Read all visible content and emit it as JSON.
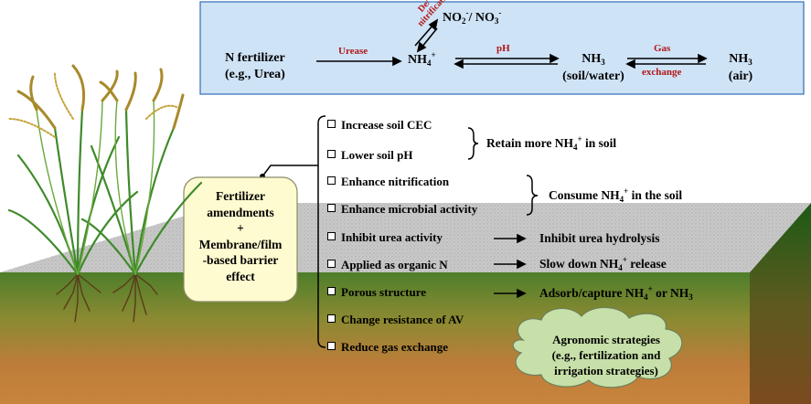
{
  "top_panel": {
    "n_fertilizer": "N fertilizer",
    "n_fertilizer_example": "(e.g., Urea)",
    "urease": "Urease",
    "nh4": "NH",
    "nh4_sub": "4",
    "nh4_sup": "+",
    "de_nitrification_1": "De/",
    "de_nitrification_2": "nitrification",
    "no2": "NO",
    "no2_sub": "2",
    "no2_sup": "-",
    "sep": "/ ",
    "no3": "NO",
    "no3_sub": "3",
    "no3_sup": "-",
    "ph": "pH",
    "nh3_soil": "NH",
    "nh3_soil_sub": "3",
    "soil_water": "(soil/water)",
    "gas": "Gas",
    "exchange": "exchange",
    "nh3_air": "NH",
    "nh3_air_sub": "3",
    "air": "(air)"
  },
  "center_box": {
    "line1": "Fertilizer",
    "line2": "amendments",
    "line3": "+",
    "line4": "Membrane/film",
    "line5": "-based barrier",
    "line6": "effect"
  },
  "strategies": [
    {
      "label": "Increase soil CEC"
    },
    {
      "label": "Lower soil pH"
    },
    {
      "label": "Enhance nitrification"
    },
    {
      "label": "Enhance microbial activity"
    },
    {
      "label": "Inhibit urea activity"
    },
    {
      "label": "Applied as organic N"
    },
    {
      "label": "Porous structure"
    },
    {
      "label": "Change resistance of AV"
    },
    {
      "label": "Reduce gas exchange"
    }
  ],
  "outcomes": {
    "retain_a": "Retain more NH",
    "retain_sub": "4",
    "retain_sup": "+",
    "retain_b": " in soil",
    "consume_a": "Consume NH",
    "consume_sub": "4",
    "consume_sup": "+",
    "consume_b": " in the soil",
    "inhibit": "Inhibit urea hydrolysis",
    "slow_a": "Slow down NH",
    "slow_sub": "4",
    "slow_sup": "+",
    "slow_b": " release",
    "adsorb_a": "Adsorb/capture NH",
    "adsorb_sub": "4",
    "adsorb_sup": "+",
    "adsorb_b": " or NH",
    "adsorb_sub2": "3"
  },
  "cloud": {
    "line1": "Agronomic strategies",
    "line2": "(e.g., fertilization and",
    "line3": "irrigation strategies)"
  },
  "colors": {
    "top_panel": "#cfe3f7",
    "panel_border": "#2f6fb5",
    "gravel": "#c8c8c8",
    "soil_top": "#4c7a2a",
    "soil_bottom": "#c8843a",
    "side_dark": "#1a4f14",
    "box_fill": "#fffbd0",
    "cloud_fill": "#c7dfa8",
    "annotation_red": "#b01717"
  }
}
